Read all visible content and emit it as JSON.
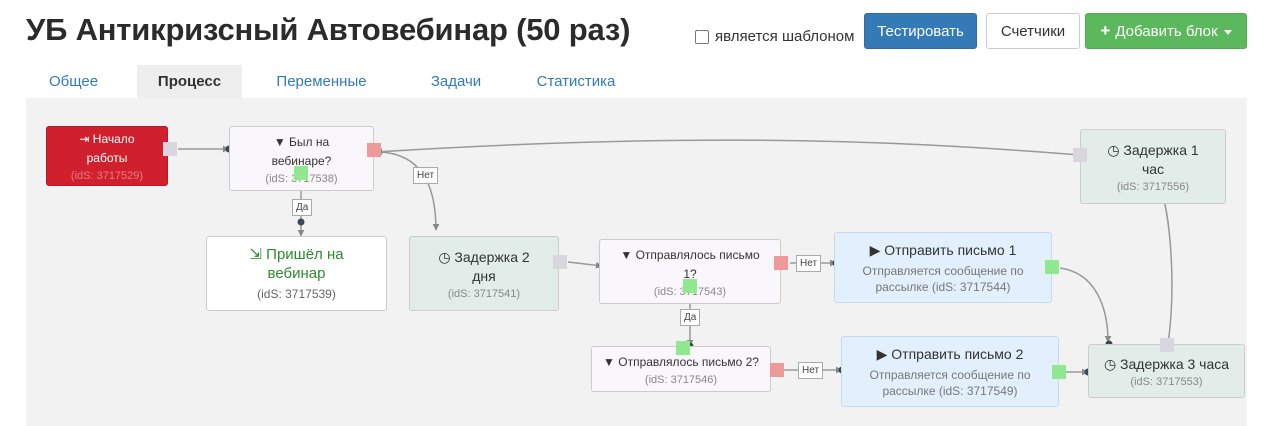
{
  "header": {
    "title": "УБ Антикризсный Автовебинар (50 раз)",
    "template_checkbox_label": "является шаблоном",
    "template_checked": false,
    "test_button": "Тестировать",
    "counters_button": "Счетчики",
    "add_block_button": "Добавить блок"
  },
  "tabs": [
    {
      "label": "Общее",
      "active": false
    },
    {
      "label": "Процесс",
      "active": true
    },
    {
      "label": "Переменные",
      "active": false
    },
    {
      "label": "Задачи",
      "active": false
    },
    {
      "label": "Статистика",
      "active": false
    }
  ],
  "blocks": {
    "start": {
      "title_1": "Начало",
      "title_2": "работы",
      "ids": "(idS: 3717529)"
    },
    "filter1": {
      "title_1": "Был на",
      "title_2": "вебинаре?",
      "ids": "(idS: 3717538)"
    },
    "came": {
      "title_1": "Пришёл на",
      "title_2": "вебинар",
      "ids": "(idS: 3717539)"
    },
    "delay2": {
      "title_1": "Задержка 2",
      "title_2": "дня",
      "ids": "(idS: 3717541)"
    },
    "filter2": {
      "title_1": "Отправлялось письмо",
      "title_2": "1?",
      "ids": "(idS: 3717543)"
    },
    "send1": {
      "title": "Отправить письмо 1",
      "desc_1": "Отправляется сообщение по",
      "desc_2": "рассылке (idS: 3717544)"
    },
    "filter3": {
      "title": "Отправлялось письмо 2?",
      "ids": "(idS: 3717546)"
    },
    "send2": {
      "title": "Отправить письмо 2",
      "desc_1": "Отправляется сообщение по",
      "desc_2": "рассылке (idS: 3717549)"
    },
    "delay1h": {
      "title_1": "Задержка 1",
      "title_2": "час",
      "ids": "(idS: 3717556)"
    },
    "delay3h": {
      "title": "Задержка 3 часа",
      "ids": "(idS: 3717553)"
    }
  },
  "connector_labels": {
    "yes": "Да",
    "no": "Нет"
  },
  "icons": {
    "start": "sign-in-icon",
    "filter": "funnel-icon",
    "delay": "clock-icon",
    "send": "play-icon",
    "action": "sign-out-icon"
  },
  "colors": {
    "primary": "#337ab7",
    "success": "#5cb85c",
    "start_block": "#d0202e",
    "port_yes": "#90e890",
    "port_no": "#ef9a9a",
    "action_text": "#2e8b2e"
  }
}
